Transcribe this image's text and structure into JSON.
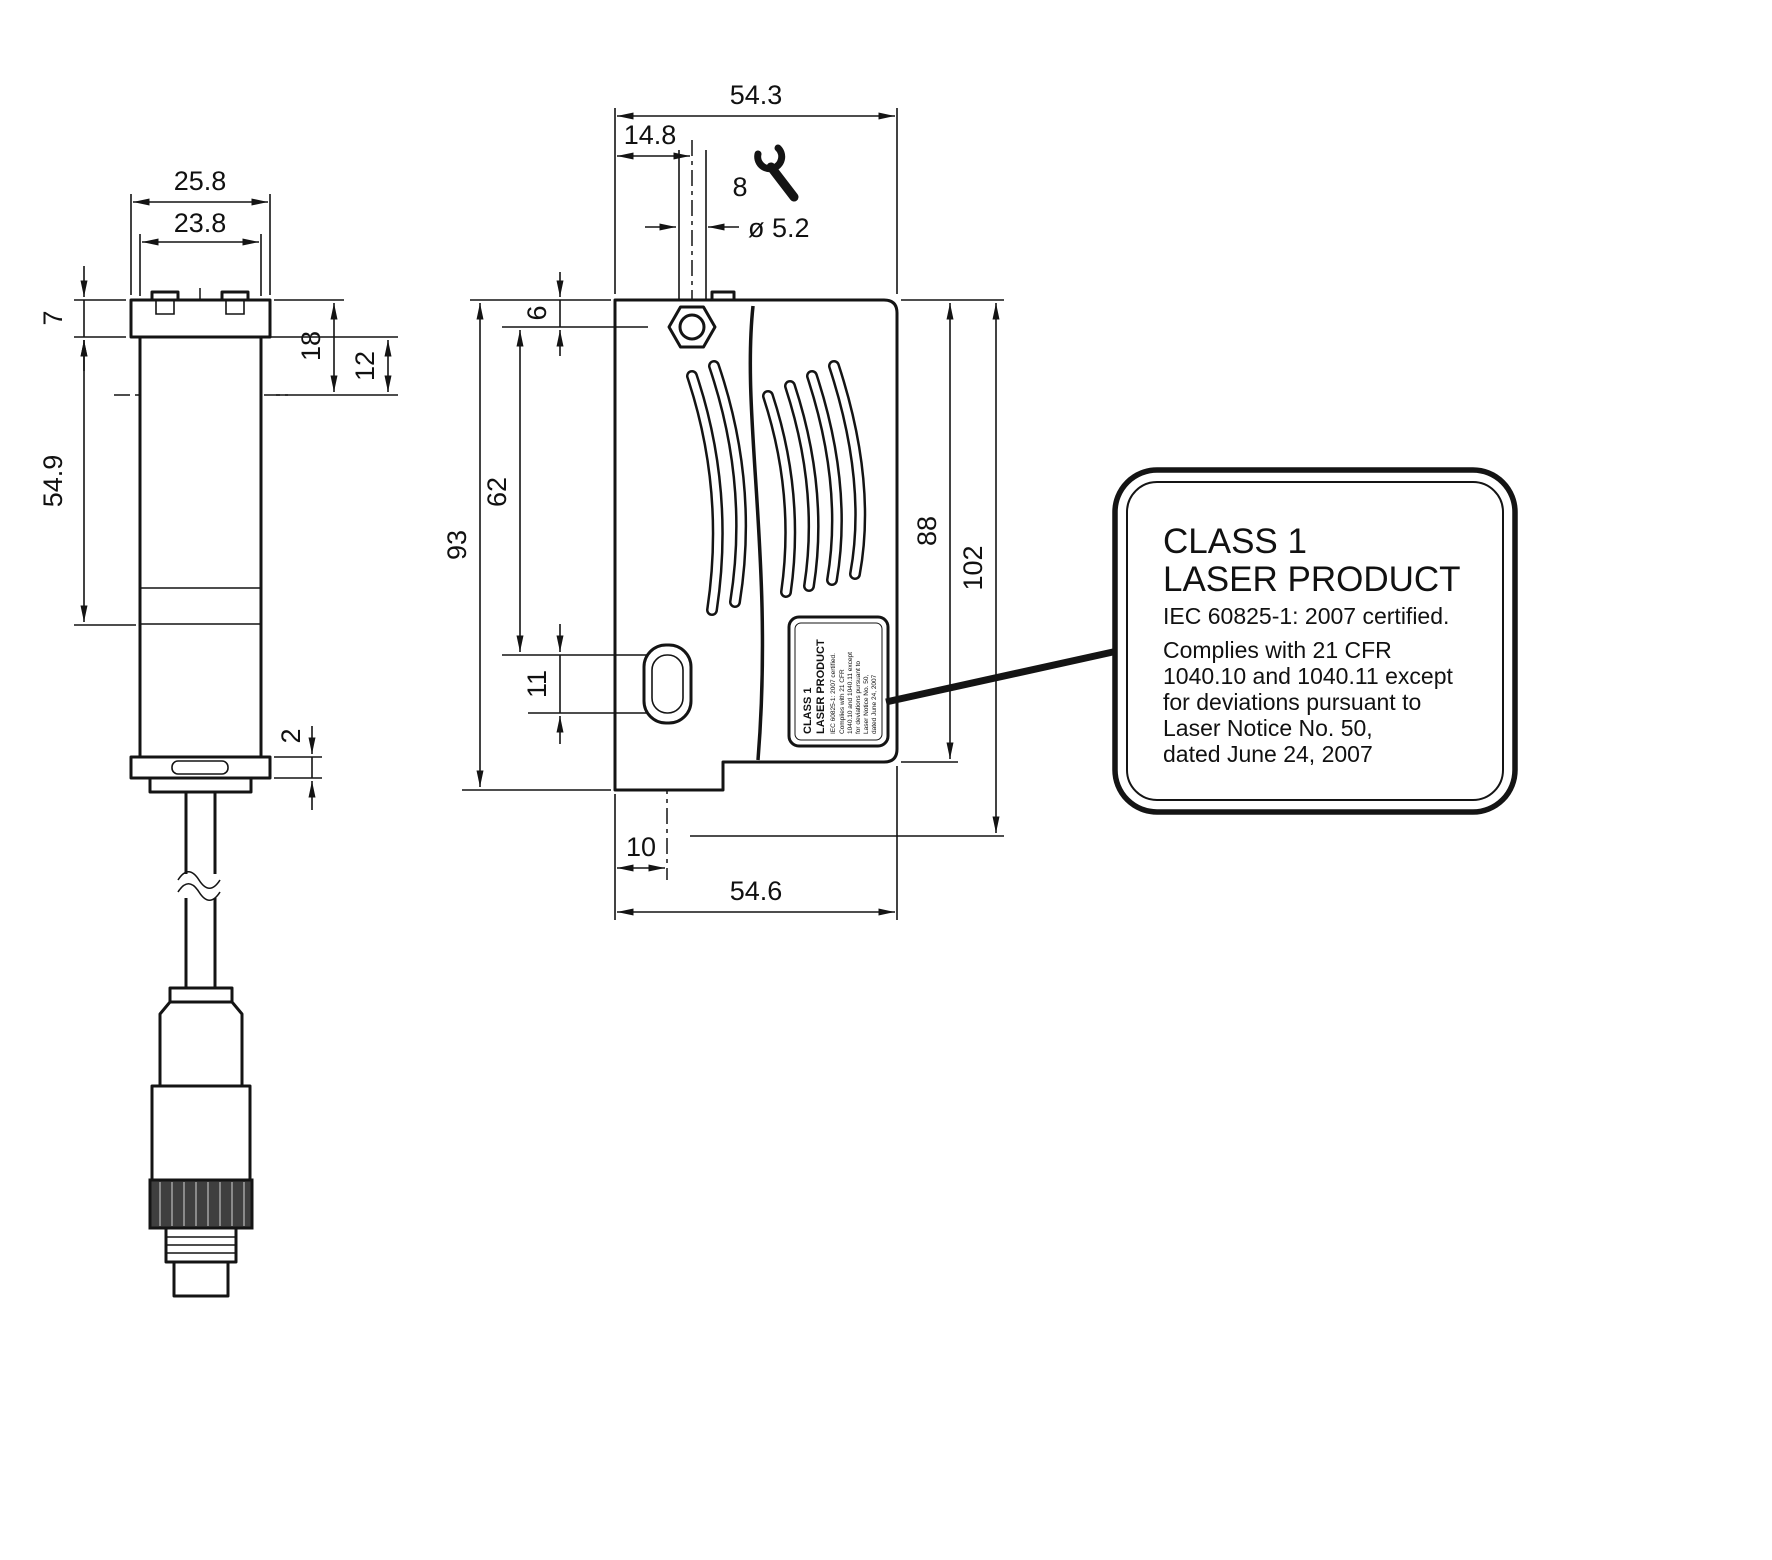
{
  "dims": {
    "side": {
      "w_outer": "25.8",
      "w_inner": "23.8",
      "cap": "7",
      "top_to_axis": "18",
      "capbot_to_axis": "12",
      "body": "54.9",
      "step": "2"
    },
    "front": {
      "w_top": "54.3",
      "hole_offset": "14.8",
      "wrench_size": "8",
      "hole_dia": "ø 5.2",
      "top_to_holecenter": "6",
      "total_height": "93",
      "holecenter_to_slot": "62",
      "slot_len": "11",
      "body_height": "88",
      "overall": "102",
      "slot_offset": "10",
      "w_bottom": "54.6"
    }
  },
  "label": {
    "lines": [
      "CLASS 1",
      "LASER PRODUCT",
      "IEC 60825-1: 2007 certified.",
      "Complies with 21 CFR",
      "1040.10 and 1040.11 except",
      "for deviations pursuant to",
      "Laser Notice No. 50,",
      "dated June 24, 2007"
    ]
  }
}
